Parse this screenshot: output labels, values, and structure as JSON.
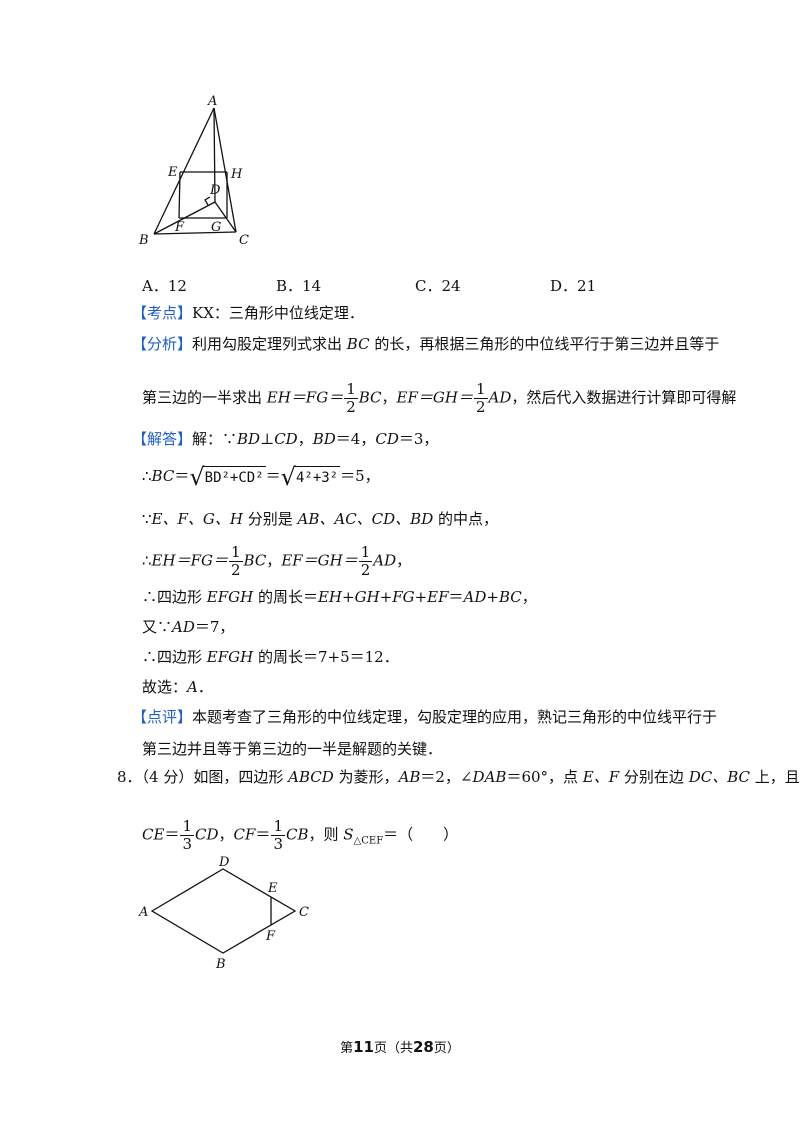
{
  "figure1": {
    "labels": {
      "A": "A",
      "E": "E",
      "H": "H",
      "D": "D",
      "F": "F",
      "G": "G",
      "B": "B",
      "C": "C"
    }
  },
  "options": [
    {
      "letter": "A．",
      "value": "12"
    },
    {
      "letter": "B．",
      "value": "14"
    },
    {
      "letter": "C．",
      "value": "24"
    },
    {
      "letter": "D．",
      "value": "21"
    }
  ],
  "kaodian": {
    "tag": "【考点】",
    "text": "KX：三角形中位线定理．"
  },
  "fenxi": {
    "tag": "【分析】",
    "line1_a": "利用勾股定理列式求出 ",
    "line1_bc": "BC",
    "line1_b": " 的长，再根据三角形的中位线平行于第三边并且等于",
    "line2_a": "第三边的一半求出 ",
    "line2_eq1": "EH＝FG＝",
    "line2_bc": "BC",
    "line2_sep": "，",
    "line2_eq2": "EF＝GH＝",
    "line2_ad": "AD",
    "line2_end": "，然后代入数据进行计算即可得解",
    "frac_num": "1",
    "frac_den": "2"
  },
  "jieda": {
    "tag": "【解答】",
    "l1_a": "解：∵",
    "l1_bd": "BD",
    "l1_perp": "⊥",
    "l1_cd": "CD",
    "l1_b": "，",
    "l1_bd2": "BD",
    "l1_c": "＝4，",
    "l1_cd2": "CD",
    "l1_d": "＝3，",
    "l2_a": "∴",
    "l2_bc": "BC",
    "l2_eq": "＝",
    "l2_sqrt1": "BD²+CD²",
    "l2_eq2": "＝",
    "l2_sqrt2": "4²+3²",
    "l2_res": "＝5，",
    "l3_a": "∵",
    "l3_b": "E、F、G、H",
    "l3_c": " 分别是 ",
    "l3_d": "AB、AC、CD、BD",
    "l3_e": " 的中点，",
    "l4_a": "∴",
    "l4_eq1": "EH＝FG＝",
    "l4_bc": "BC",
    "l4_sep": "，",
    "l4_eq2": "EF＝GH＝",
    "l4_ad": "AD",
    "l4_end": "，",
    "l5_a": "∴四边形 ",
    "l5_b": "EFGH",
    "l5_c": " 的周长＝",
    "l5_d": "EH+GH+FG+EF",
    "l5_e": "＝",
    "l5_f": "AD+BC",
    "l5_g": "，",
    "l6_a": "又∵",
    "l6_b": "AD",
    "l6_c": "＝7，",
    "l7_a": "∴四边形 ",
    "l7_b": "EFGH",
    "l7_c": " 的周长＝7+5＝12．",
    "l8_a": "故选：",
    "l8_b": "A",
    "l8_c": "．"
  },
  "dianping": {
    "tag": "【点评】",
    "line1": "本题考查了三角形的中位线定理，勾股定理的应用，熟记三角形的中位线平行于",
    "line2": "第三边并且等于第三边的一半是解题的关键．"
  },
  "q8": {
    "num": "8．",
    "l1_a": "（4 分）如图，四边形 ",
    "l1_b": "ABCD",
    "l1_c": " 为菱形，",
    "l1_d": "AB",
    "l1_e": "＝2，∠",
    "l1_f": "DAB",
    "l1_g": "＝60°，点 ",
    "l1_h": "E、F",
    "l1_i": " 分别在边 ",
    "l1_j": "DC、BC",
    "l1_k": " 上，且",
    "l2_ce": "CE",
    "l2_eq": "＝",
    "l2_cd": "CD",
    "l2_sep": "，",
    "l2_cf": "CF",
    "l2_cb": "CB",
    "l2_then": "，则 ",
    "l2_s": "S",
    "l2_sub": "△CEF",
    "l2_end": "＝（　　）",
    "frac_num": "1",
    "frac_den": "3"
  },
  "figure2": {
    "labels": {
      "D": "D",
      "E": "E",
      "A": "A",
      "C": "C",
      "F": "F",
      "B": "B"
    }
  },
  "footer": {
    "pre": "第",
    "page": "11",
    "mid": "页（共",
    "total": "28",
    "post": "页）"
  }
}
